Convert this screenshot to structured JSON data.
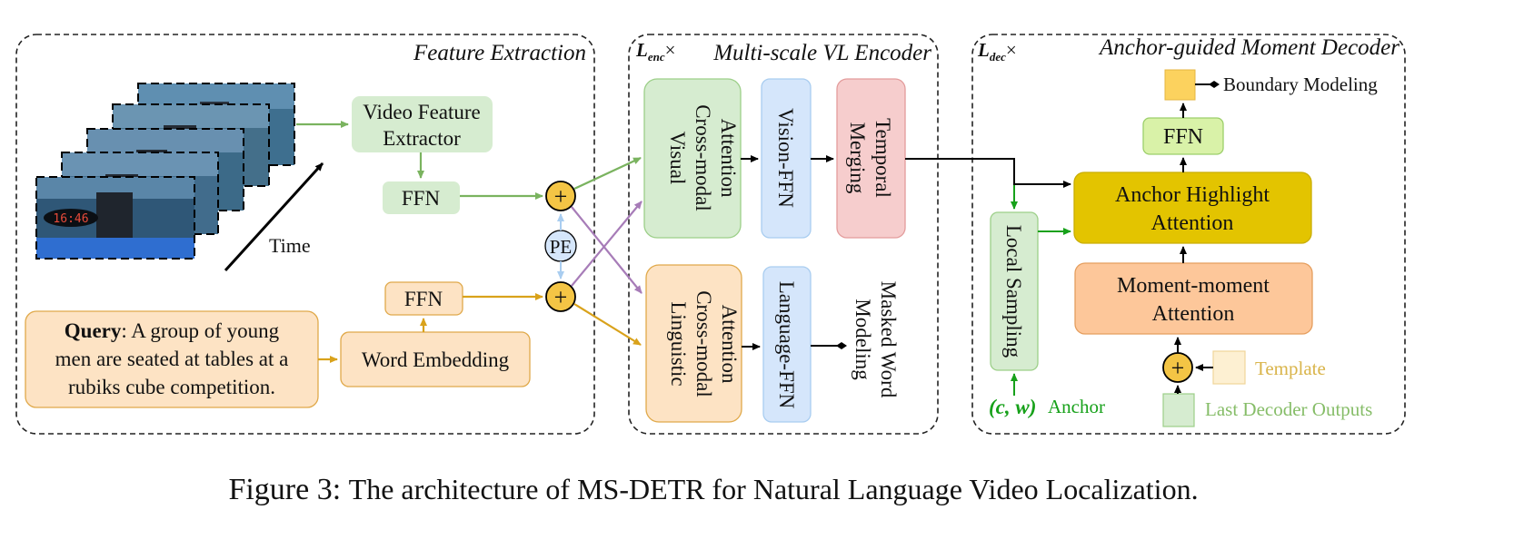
{
  "sections": {
    "feature_extraction": "Feature Extraction",
    "encoder": "Multi-scale VL Encoder",
    "decoder": "Anchor-guided Moment Decoder",
    "enc_repeat_sym": "L",
    "enc_repeat_sub": "enc",
    "dec_repeat_sym": "L",
    "dec_repeat_sub": "dec",
    "times": "×"
  },
  "feature": {
    "time_label": "Time",
    "frame_counter": "16:46",
    "video_extractor": [
      "Video Feature",
      "Extractor"
    ],
    "ffn_video": "FFN",
    "ffn_text": "FFN",
    "word_embedding": "Word Embedding",
    "query_label": "Query",
    "query_lines": [
      ": A group of young",
      "men are seated at tables at a",
      "rubiks cube competition."
    ],
    "pe": "PE",
    "plus": "+"
  },
  "encoder": {
    "visual_attn": [
      "Visual",
      "Cross-modal",
      "Attention"
    ],
    "vision_ffn": "Vision-FFN",
    "temporal_merging": [
      "Temporal",
      "Merging"
    ],
    "linguistic_attn": [
      "Linguistic",
      "Cross-modal",
      "Attention"
    ],
    "language_ffn": "Language-FFN",
    "masked_word": [
      "Masked Word",
      "Modeling"
    ]
  },
  "decoder": {
    "boundary_modeling": "Boundary Modeling",
    "ffn": "FFN",
    "anchor_highlight": [
      "Anchor Highlight",
      "Attention"
    ],
    "local_sampling": "Local Sampling",
    "moment_attn": [
      "Moment-moment",
      "Attention"
    ],
    "template": "Template",
    "last_outputs": "Last Decoder Outputs",
    "anchor_math": "(c, w)",
    "anchor_label": "Anchor",
    "plus": "+"
  },
  "caption": {
    "prefix": "Figure 3:",
    "text": "The architecture of MS-DETR for Natural Language Video Localization."
  },
  "colors": {
    "green_box": "#d6ecd0",
    "green_line": "#7ab35f",
    "orange_box": "#fde3c4",
    "orange_line": "#d9a21b",
    "pink_box": "#f6cdcd",
    "blue_box": "#d5e6fb",
    "yellow_box": "#e3c400",
    "gold": "#f4c545",
    "purple_line": "#a77cb8",
    "anchor_green": "#17a11a",
    "template_text": "#d9b44a",
    "last_outputs_text": "#86bd68"
  }
}
